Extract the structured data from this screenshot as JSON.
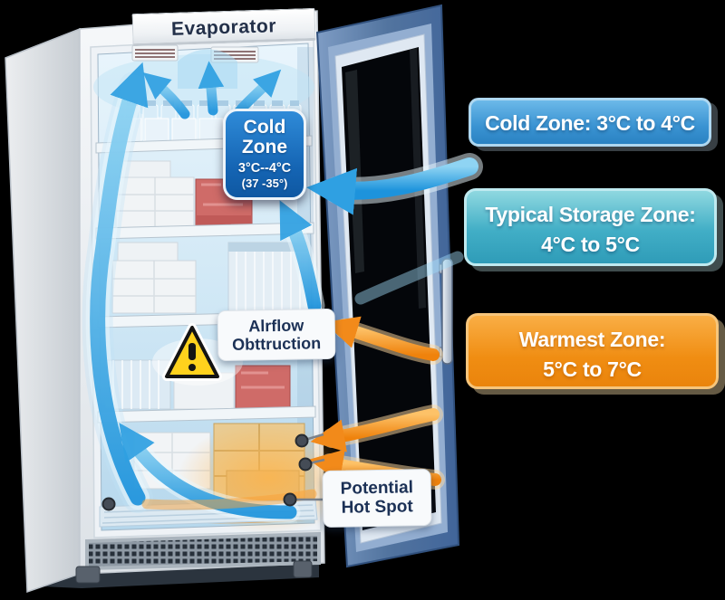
{
  "diagram": {
    "evaporator_sign": "Evaporator",
    "cold_zone_callout": {
      "line1": "Cold",
      "line2": "Zone",
      "celsius_range": "3°C--4°C",
      "fahrenheit_range": "(37 -35°)"
    },
    "airflow_obstruction": {
      "line1": "Alrflow",
      "line2": "Obttruction"
    },
    "hot_spot": {
      "line1": "Potential",
      "line2": "Hot Spot"
    }
  },
  "legend": {
    "cold": {
      "text": "Cold Zone: 3°C to 4°C",
      "color": "#3a93d2"
    },
    "typical": {
      "line1": "Typical Storage Zone:",
      "line2": "4°C to 5°C",
      "color": "#41aec6"
    },
    "warmest": {
      "line1": "Warmest Zone:",
      "line2": "5°C to 7°C",
      "color": "#f08d12"
    }
  },
  "icons": {
    "warning_triangle": "⚠"
  },
  "colors": {
    "background": "#000000",
    "cold_air_arrow": "#2fa0e2",
    "warm_air_arrow": "#f28a1a",
    "callout_blue": "#1565b4",
    "warning_yellow": "#ffd21d",
    "cabinet_white": "#f2f5f7",
    "door_frame_blue": "#5c7fae"
  }
}
